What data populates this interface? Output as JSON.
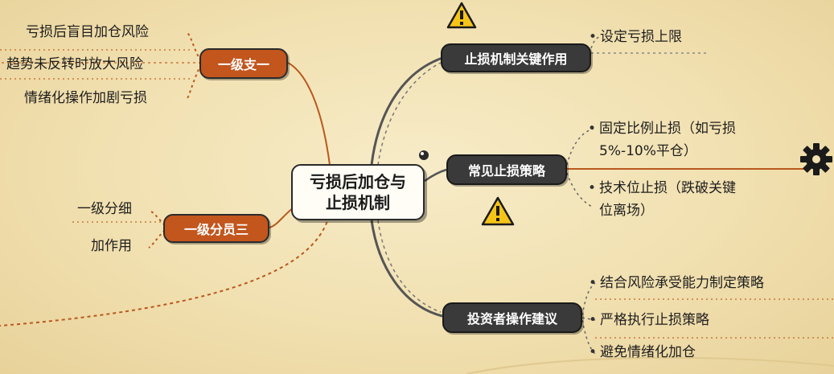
{
  "center": {
    "line1": "亏损后加仓与",
    "line2": "止损机制"
  },
  "left": {
    "branch1": {
      "label": "一级支一",
      "items": [
        "亏损后盲目加仓风险",
        "趋势未反转时放大风险",
        "情绪化操作加剧亏损"
      ]
    },
    "branch2": {
      "label": "一级分员三",
      "items": [
        "一级分细",
        "加作用"
      ]
    }
  },
  "right": {
    "branch1": {
      "label": "止损机制关键作用",
      "items": [
        "设定亏损上限"
      ]
    },
    "branch2": {
      "label": "常见止损策略",
      "items": [
        {
          "line1": "固定比例止损（如亏损",
          "line2": "5%-10%平仓）"
        },
        {
          "line1": "技术位止损（跌破关键",
          "line2": "位离场）"
        }
      ]
    },
    "branch3": {
      "label": "投资者操作建议",
      "items": [
        "结合风险承受能力制定策略",
        "严格执行止损策略",
        "避免情绪化加仓"
      ]
    }
  },
  "icons": [
    "warning-icon",
    "warning-icon",
    "gear-icon",
    "eye-icon"
  ],
  "colors": {
    "orange": "#c2561d",
    "dark": "#3a3a3a",
    "line": "#b8591e",
    "background": "#f3e4b8"
  }
}
